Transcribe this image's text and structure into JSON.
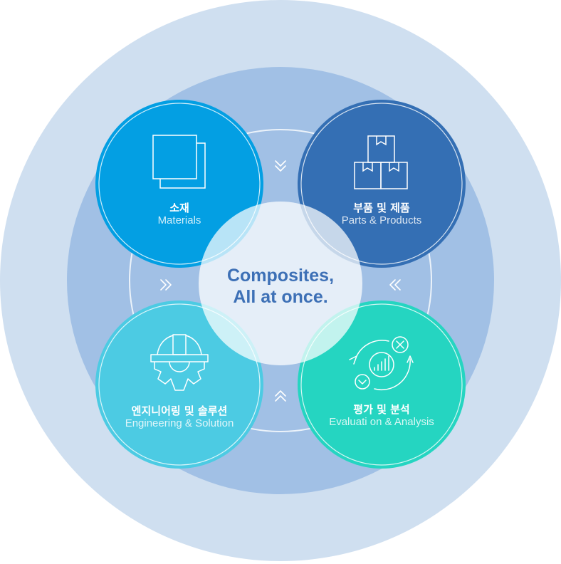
{
  "center": {
    "line1": "Composites,",
    "line2": "All at once."
  },
  "nodes": {
    "materials": {
      "ko": "소재",
      "en": "Materials",
      "color": "#039fe3"
    },
    "parts": {
      "ko": "부품 및 제품",
      "en": "Parts & Products",
      "color": "#346fb4"
    },
    "engineering": {
      "ko": "엔지니어링 및 솔루션",
      "en": "Engineering & Solution",
      "color": "#4ccbe3"
    },
    "evaluation": {
      "ko": "평가 및 분석",
      "en": "Evaluati on & Analysis",
      "color": "#25d5c1"
    }
  },
  "icons": {
    "materials": "stacked-squares-icon",
    "parts": "boxes-icon",
    "engineering": "hard-hat-gear-icon",
    "evaluation": "analysis-cycle-icon"
  },
  "colors": {
    "outer_ring": "#cfdff0",
    "inner_ring": "#a1c0e5",
    "center": "#dfe9f5"
  }
}
